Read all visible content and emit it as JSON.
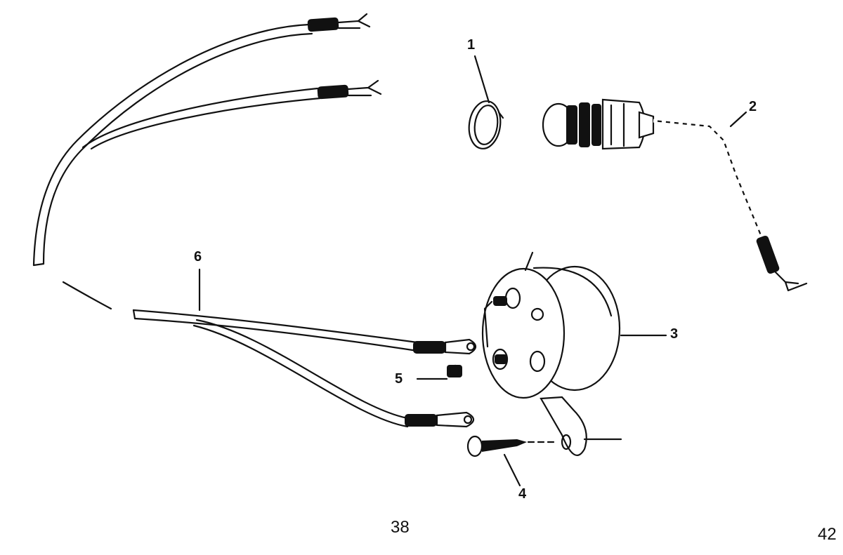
{
  "diagram": {
    "callouts": {
      "c1": "1",
      "c2": "2",
      "c3": "3",
      "c4": "4",
      "c5": "5",
      "c6": "6"
    },
    "page_numbers": {
      "left": "38",
      "right": "42"
    }
  }
}
